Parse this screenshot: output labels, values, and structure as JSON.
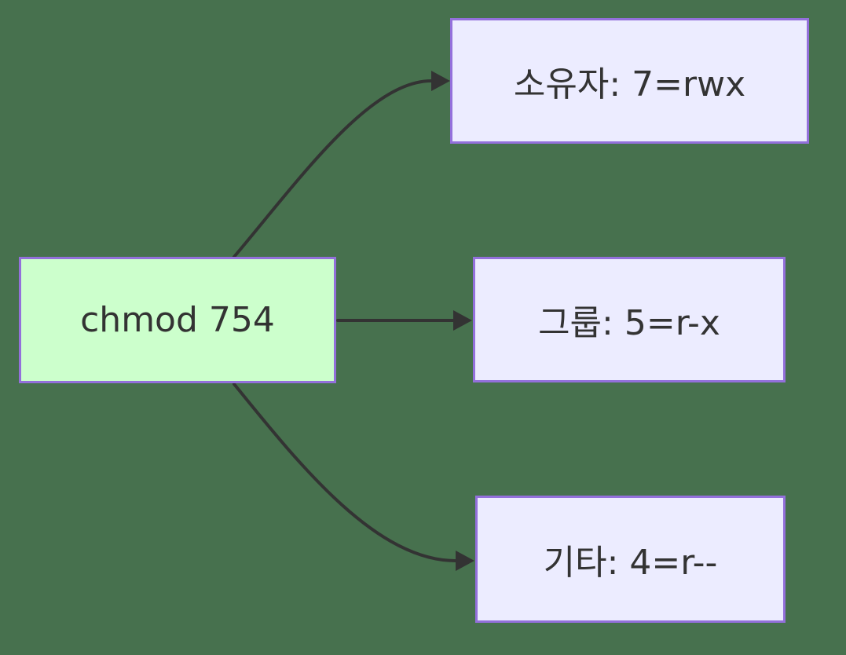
{
  "diagram": {
    "type": "flowchart",
    "direction": "left-to-right",
    "background_color": "#47714E",
    "text_color": "#333333",
    "edge_color": "#333333",
    "node_border_color": "#9370DB",
    "default_node_fill": "#ECECFF",
    "root": {
      "id": "chmod",
      "label": "chmod 754",
      "fill": "#CCFFCC"
    },
    "nodes": [
      {
        "id": "owner",
        "label": "소유자: 7=rwx",
        "fill": "#ECECFF"
      },
      {
        "id": "group",
        "label": "그룹: 5=r-x",
        "fill": "#ECECFF"
      },
      {
        "id": "others",
        "label": "기타: 4=r--",
        "fill": "#ECECFF"
      }
    ],
    "edges": [
      {
        "from": "chmod",
        "to": "owner",
        "arrow": "filled-triangle"
      },
      {
        "from": "chmod",
        "to": "group",
        "arrow": "filled-triangle"
      },
      {
        "from": "chmod",
        "to": "others",
        "arrow": "filled-triangle"
      }
    ]
  }
}
